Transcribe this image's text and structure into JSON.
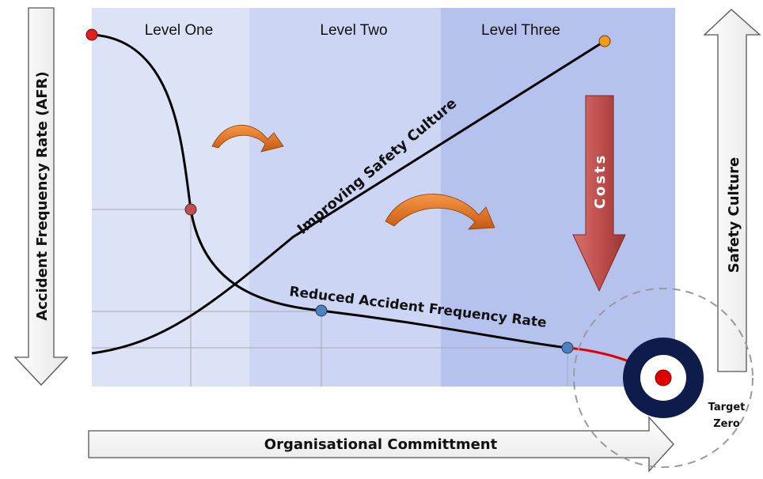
{
  "levels": [
    "Level One",
    "Level Two",
    "Level Three"
  ],
  "axes": {
    "left_label": "Accident Frequency Rate (AFR)",
    "right_label": "Safety Culture",
    "bottom_label": "Organisational Committment"
  },
  "curves": {
    "culture_label": "Improving Safety Culture",
    "afr_label": "Reduced Accident Frequency Rate"
  },
  "costs_label": "Costs",
  "target": {
    "line1": "Target",
    "line2": "Zero"
  },
  "colors": {
    "level_one_bg": "#dde3f7",
    "level_two_bg": "#cdd5f4",
    "level_three_bg": "#b6c2ee",
    "costs_arrow": "#c0504d",
    "curl_arrow": "#e46c0a",
    "target_ring": "#0d1c4a",
    "target_center": "#e00000"
  }
}
